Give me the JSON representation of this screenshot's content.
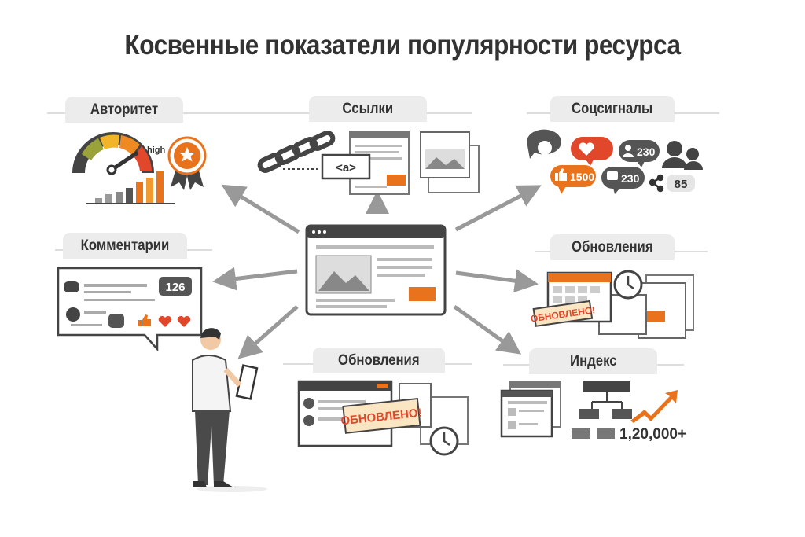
{
  "title": "Косвенные показатели популярности ресурса",
  "sections": {
    "authority": {
      "label": "Авторитет",
      "gauge_text": "high"
    },
    "links": {
      "label": "Ссылки",
      "tag_text": "<a>"
    },
    "social": {
      "label": "Соцсигналы",
      "followers": "230",
      "likes": "1500",
      "comments": "230",
      "shares": "85"
    },
    "comments": {
      "label": "Комментарии",
      "count": "126"
    },
    "updates_right": {
      "label": "Обновления",
      "stamp": "ОБНОВЛЕНО!"
    },
    "updates_bottom": {
      "label": "Обновления",
      "stamp": "ОБНОВЛЕНО!"
    },
    "index": {
      "label": "Индекс",
      "count": "1,20,000+"
    }
  },
  "colors": {
    "accent": "#e8731c",
    "dark": "#4a4a4a",
    "red": "#e0472b",
    "tab_bg": "#ececec",
    "arrow": "#999999"
  }
}
